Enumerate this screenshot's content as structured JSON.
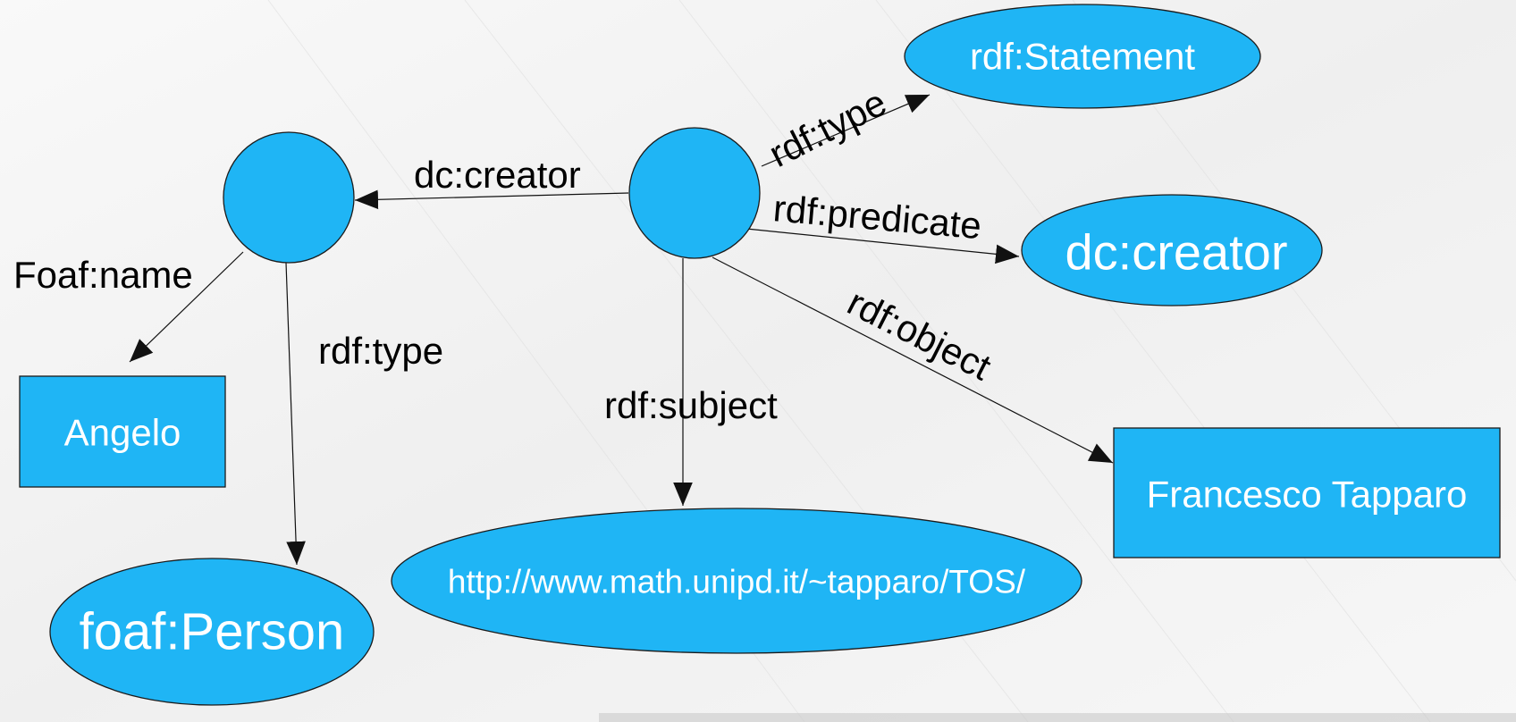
{
  "colors": {
    "node_fill": "#1fb5f5",
    "node_stroke": "#1b1b1b",
    "edge": "#111111",
    "background": "#f6f6f6"
  },
  "nodes": {
    "statement": "rdf:Statement",
    "dc_creator": "dc:creator",
    "angelo": "Angelo",
    "foaf_person": "foaf:Person",
    "url": "http://www.math.unipd.it/~tapparo/TOS/",
    "francesco": "Francesco Tapparo",
    "blank_person": "",
    "blank_statement": ""
  },
  "edges": {
    "dc_creator": "dc:creator",
    "foaf_name": "Foaf:name",
    "rdf_type_person": "rdf:type",
    "rdf_type_statement": "rdf:type",
    "rdf_predicate": "rdf:predicate",
    "rdf_object": "rdf:object",
    "rdf_subject": "rdf:subject"
  }
}
